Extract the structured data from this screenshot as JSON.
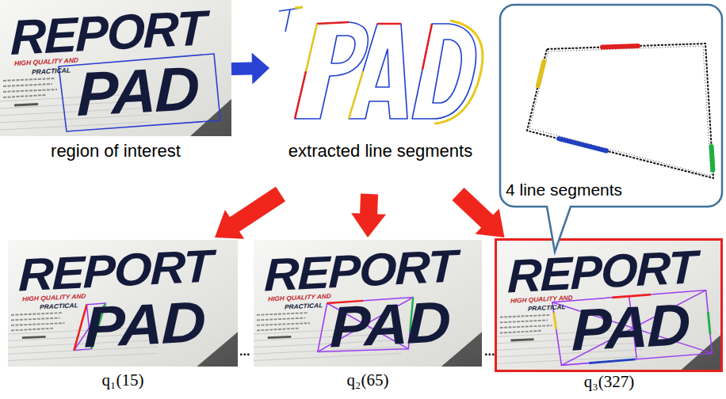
{
  "diagram": {
    "nodes": [
      {
        "text": [
          "region of interest"
        ]
      },
      {
        "text": [
          "extracted line segments"
        ]
      },
      {
        "text": [
          "4 line segments"
        ]
      },
      {
        "text": [
          "q₁(15)"
        ]
      },
      {
        "text": [
          "q₂(65)"
        ]
      },
      {
        "text": [
          "q₃(327)"
        ]
      }
    ],
    "edges": [
      {
        "from": 0,
        "to": 1,
        "arrow": "to"
      },
      {
        "from": 1,
        "to": 3,
        "arrow": "to"
      },
      {
        "from": 1,
        "to": 4,
        "arrow": "to"
      },
      {
        "from": 1,
        "to": 5,
        "arrow": "to"
      }
    ],
    "labels": [
      "REPORT",
      "HIGH QUALITY AND",
      "PRACTICAL",
      "PAD",
      "REPORT",
      "HIGH QUALITY AND",
      "PRACTICAL",
      "PAD",
      "...",
      "REPORT",
      "HIGH QUALITY AND",
      "PRACTICAL",
      "PAD",
      "...",
      "REPORT",
      "HIGH QUALITY AND",
      "PRACTICAL",
      "PAD"
    ]
  }
}
